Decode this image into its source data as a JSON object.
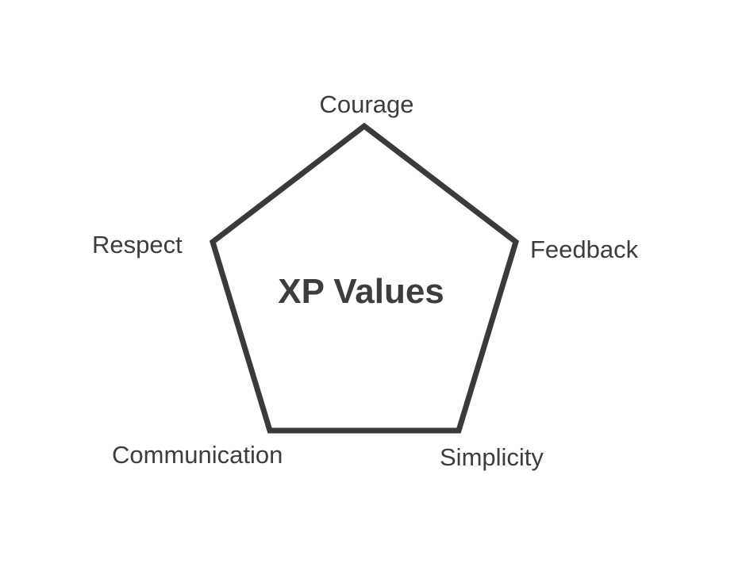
{
  "diagram": {
    "title": "XP Values",
    "values": {
      "courage": "Courage",
      "feedback": "Feedback",
      "simplicity": "Simplicity",
      "communication": "Communication",
      "respect": "Respect"
    }
  },
  "colors": {
    "stroke": "#3a3a3a",
    "text": "#3d3d3d",
    "background": "#ffffff"
  }
}
